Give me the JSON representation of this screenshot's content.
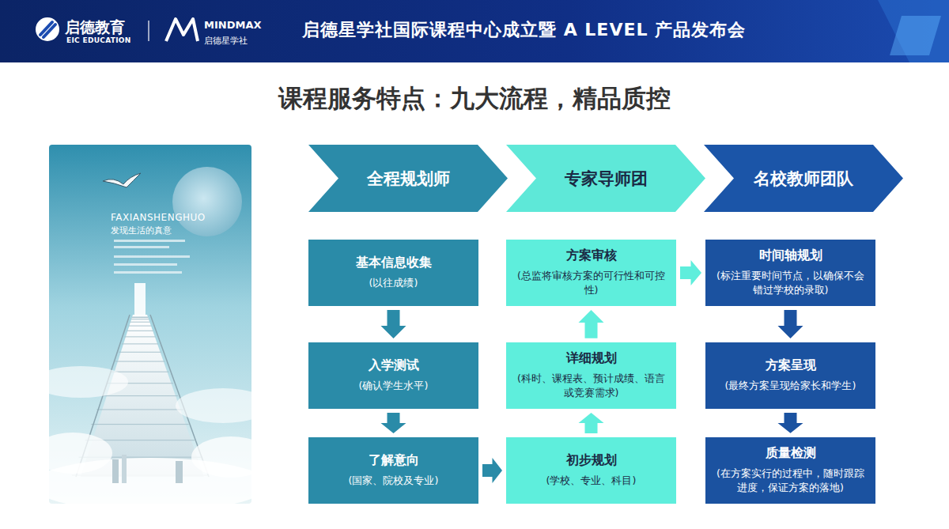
{
  "diagram": {
    "title": "课程服务特点：九大流程，精品质控",
    "nodes": [
      {
        "text": [
          "全程规划师"
        ]
      },
      {
        "text": [
          "专家导师团"
        ]
      },
      {
        "text": [
          "名校教师团队"
        ]
      },
      {
        "text": [
          "基本信息收集",
          "(以往成绩)"
        ]
      },
      {
        "text": [
          "入学测试",
          "(确认学生水平)"
        ]
      },
      {
        "text": [
          "了解意向",
          "(国家、院校及专业)"
        ]
      },
      {
        "text": [
          "方案审核",
          "(总监将审核方案的可行性和可控性)"
        ]
      },
      {
        "text": [
          "详细规划",
          "(科时、课程表、预计成绩、语言或竞赛需求)"
        ]
      },
      {
        "text": [
          "初步规划",
          "(学校、专业、科目)"
        ]
      },
      {
        "text": [
          "时间轴规划",
          "(标注重要时间节点，以确保不会错过学校的录取)"
        ]
      },
      {
        "text": [
          "方案呈现",
          "(最终方案呈现给家长和学生)"
        ]
      },
      {
        "text": [
          "质量检测",
          "(在方案实行的过程中，随时跟踪进度，保证方案的落地)"
        ]
      }
    ],
    "edges": [
      {
        "from": 3,
        "to": 4,
        "arrow": "to"
      },
      {
        "from": 4,
        "to": 5,
        "arrow": "to"
      },
      {
        "from": 5,
        "to": 8,
        "arrow": "to"
      },
      {
        "from": 8,
        "to": 7,
        "arrow": "to"
      },
      {
        "from": 7,
        "to": 6,
        "arrow": "to"
      },
      {
        "from": 6,
        "to": 9,
        "arrow": "to"
      },
      {
        "from": 9,
        "to": 10,
        "arrow": "to"
      },
      {
        "from": 10,
        "to": 11,
        "arrow": "to"
      }
    ],
    "labels": [
      "启德教育",
      "EIC EDUCATION",
      "MINDMAX",
      "启德星学社",
      "启德星学社国际课程中心成立暨 A LEVEL 产品发布会",
      "FAXIANSHENGHUO",
      "发现生活的真意"
    ]
  }
}
